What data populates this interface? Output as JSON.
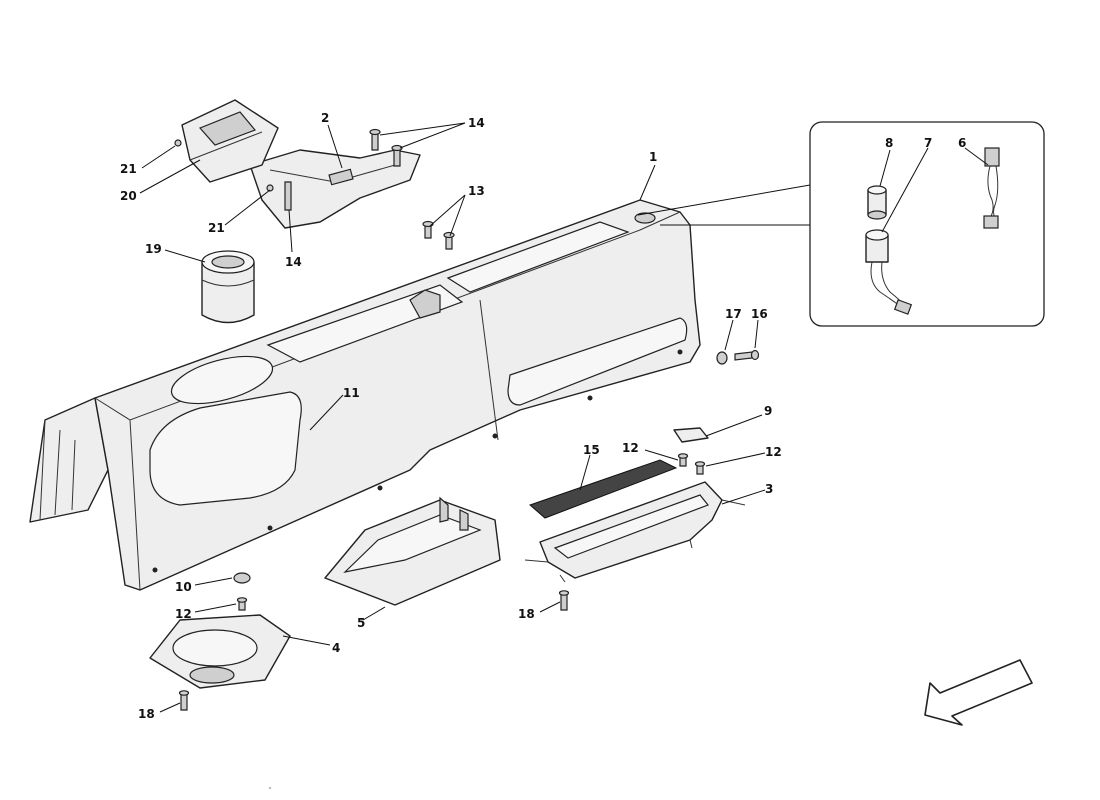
{
  "callouts": {
    "c1": "1",
    "c2": "2",
    "c3": "3",
    "c4": "4",
    "c5": "5",
    "c6": "6",
    "c7": "7",
    "c8": "8",
    "c9": "9",
    "c10": "10",
    "c11": "11",
    "c12a": "12",
    "c12b": "12",
    "c12c": "12",
    "c13": "13",
    "c14a": "14",
    "c14b": "14",
    "c15": "15",
    "c16": "16",
    "c17": "17",
    "c18a": "18",
    "c18b": "18",
    "c19": "19",
    "c20": "20",
    "c21a": "21",
    "c21b": "21"
  },
  "icons": {
    "direction_arrow": "direction-arrow-icon"
  }
}
